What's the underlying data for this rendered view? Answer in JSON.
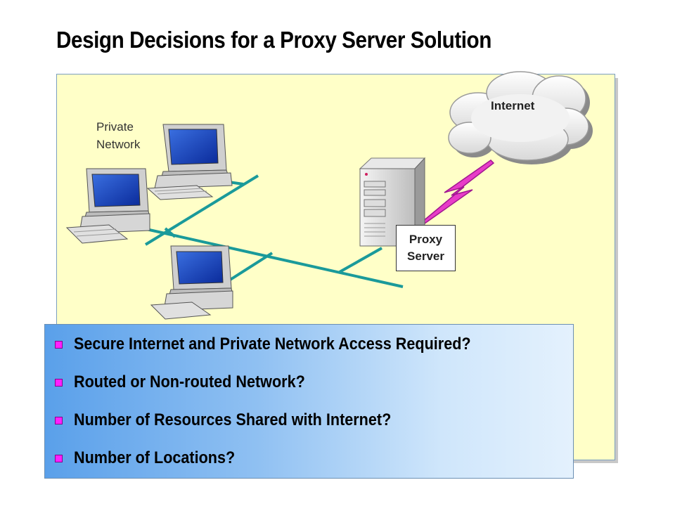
{
  "slide": {
    "title": "Design Decisions for a Proxy Server Solution"
  },
  "diagram": {
    "private_network_label_line1": "Private",
    "private_network_label_line2": "Network",
    "internet_label": "Internet",
    "proxy_label_line1": "Proxy",
    "proxy_label_line2": "Server",
    "colors": {
      "panel_background": "#ffffc8",
      "network_line": "#1a9a9a",
      "link_bolt": "#e83cc8"
    }
  },
  "bullets": {
    "items": [
      "Secure Internet and Private Network Access Required?",
      "Routed or Non-routed Network?",
      "Number of Resources Shared with Internet?",
      "Number of Locations?"
    ],
    "bullet_color": "#ff1fff"
  }
}
